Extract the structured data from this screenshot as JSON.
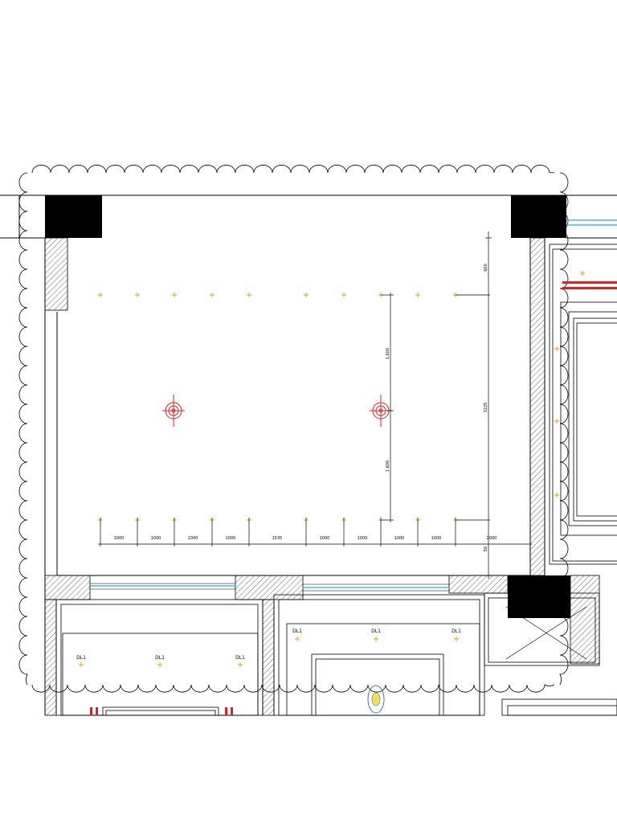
{
  "colors": {
    "background": "#ffffff",
    "line": "#000000",
    "column": "#000000",
    "downlight": "#f39c12",
    "fixture": "#e02020",
    "window": "#2fa8e0",
    "red_strip": "#e02020",
    "lamp_ring": "#3f6fd8",
    "lamp_fill": "#f3e14a"
  },
  "drawing": {
    "top_dims": [
      "1000",
      "1000",
      "1000",
      "1000",
      "1535",
      "1000",
      "1000",
      "1000",
      "1000",
      "2000"
    ],
    "right_dims": [
      "600",
      "3225"
    ],
    "vertical_dims": [
      "1.600",
      "1.600"
    ],
    "small_dim": "50",
    "lower_left_labels": [
      "DL1",
      "DL1",
      "DL1"
    ],
    "lower_mid_labels": [
      "DL1",
      "DL1",
      "DL1"
    ]
  }
}
